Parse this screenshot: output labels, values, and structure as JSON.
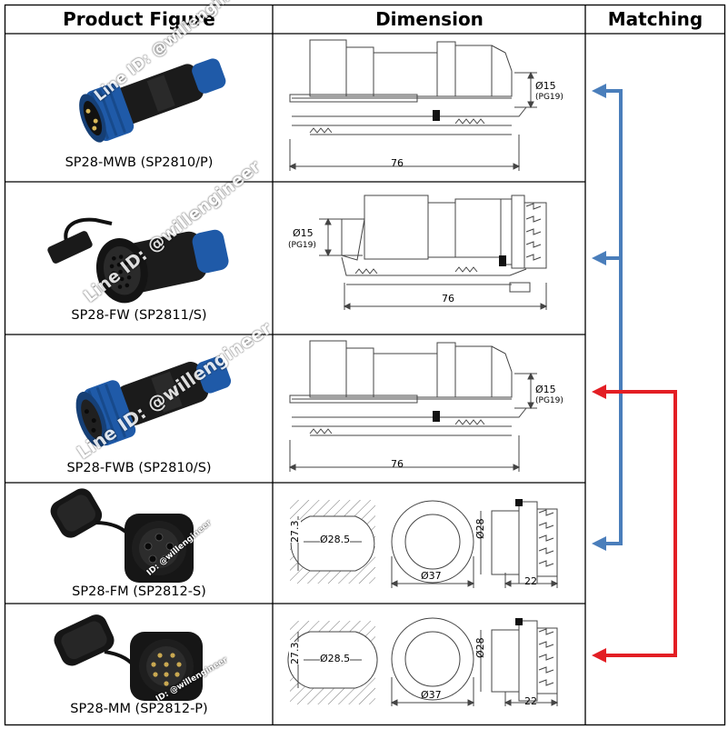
{
  "table": {
    "headers": {
      "product": "Product Figure",
      "dimension": "Dimension",
      "matching": "Matching"
    },
    "rows": [
      {
        "caption": "SP28-MWB (SP2810/P)",
        "watermark": "Line ID: @willengineer",
        "dims": {
          "d": "Ø15",
          "pg": "(PG19)",
          "len": "76"
        }
      },
      {
        "caption": "SP28-FW (SP2811/S)",
        "watermark": "Line ID: @willengineer",
        "dims": {
          "d": "Ø15",
          "pg": "(PG19)",
          "len": "76"
        }
      },
      {
        "caption": "SP28-FWB (SP2810/S)",
        "watermark": "Line ID: @willengineer",
        "dims": {
          "d": "Ø15",
          "pg": "(PG19)",
          "len": "76"
        }
      },
      {
        "caption": "SP28-FM (SP2812-S)",
        "watermark": "ID: @willengineer",
        "dims": {
          "hole_w": "Ø28.5",
          "hole_h": "27.3",
          "ring": "Ø37",
          "body_d": "Ø28",
          "body_len": "22"
        }
      },
      {
        "caption": "SP28-MM (SP2812-P)",
        "watermark": "ID: @willengineer",
        "dims": {
          "hole_w": "Ø28.5",
          "hole_h": "27.3",
          "ring": "Ø37",
          "body_d": "Ø28",
          "body_len": "22"
        }
      }
    ]
  },
  "colors": {
    "blue_arrow": "#4a7ebb",
    "red_arrow": "#e31e24",
    "border": "#000000"
  },
  "icons": [
    "connector-male-blue-ring",
    "connector-female-with-cap",
    "connector-female-blue-ring",
    "panel-socket-female-5pin",
    "panel-socket-male-multipin"
  ]
}
